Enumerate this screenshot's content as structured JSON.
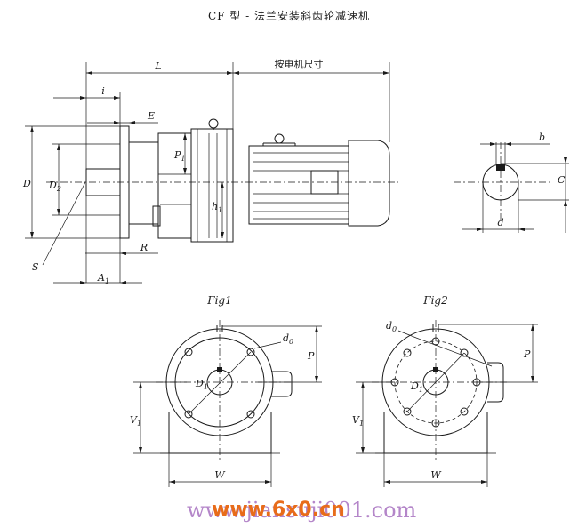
{
  "title": "CF 型 - 法兰安装斜齿轮减速机",
  "labels": {
    "L": "L",
    "motor_dim": "按电机尺寸",
    "i": "i",
    "E": "E",
    "D": "D",
    "D2": "D",
    "D2_sub": "2",
    "P1": "P",
    "P1_sub": "1",
    "h1": "h",
    "h1_sub": "1",
    "R": "R",
    "S": "S",
    "A1": "A",
    "A1_sub": "1",
    "b": "b",
    "C": "C",
    "d": "d",
    "fig1": "Fig1",
    "fig2": "Fig2",
    "d0_1": "d",
    "d0_1_sub": "0",
    "d0_2": "d",
    "d0_2_sub": "0",
    "D1_1": "D",
    "D1_1_sub": "1",
    "D1_2": "D",
    "D1_2_sub": "1",
    "P_1": "P",
    "P_2": "P",
    "V1_1": "V",
    "V1_1_sub": "1",
    "V1_2": "V",
    "V1_2_sub": "1",
    "W_1": "W",
    "W_2": "W"
  },
  "watermark": {
    "brand": "www.6x0.cn",
    "domain": "www.jiansuji001.com",
    "brand_color": "#e86c1a",
    "domain_color": "#b486c9"
  }
}
